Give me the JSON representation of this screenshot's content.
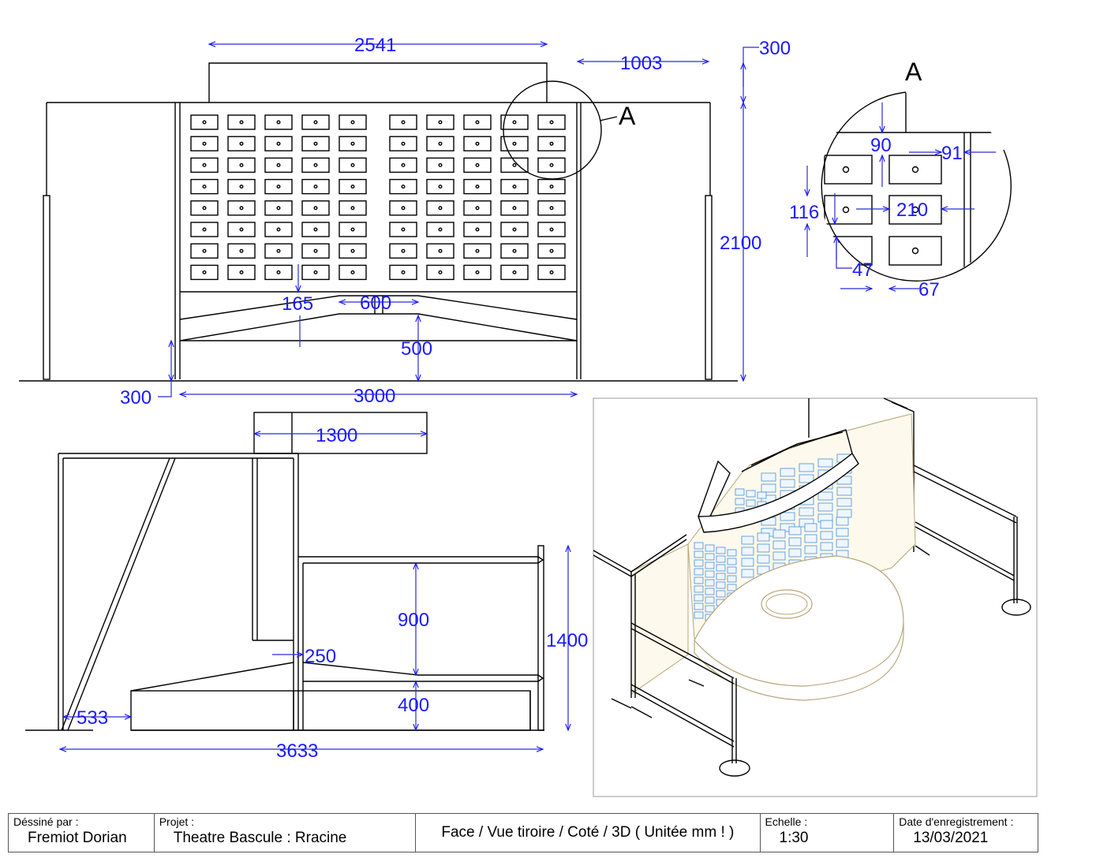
{
  "front_view": {
    "dimensions": {
      "top_width": "2541",
      "extension": "1003",
      "top_clearance": "300",
      "total_height": "2100",
      "drawer_gap": "165",
      "counter_width": "600",
      "counter_height": "500",
      "base_height": "300",
      "base_width": "3000"
    },
    "detail_callout": "A"
  },
  "detail_view": {
    "label": "A",
    "dimensions": {
      "top_offset": "90",
      "side_offset": "91",
      "drawer_height": "116",
      "drawer_width": "210",
      "gap_vertical": "47",
      "gap_horizontal": "67"
    }
  },
  "side_view": {
    "dimensions": {
      "top_depth": "1300",
      "upper_height": "900",
      "ledge": "250",
      "total_height": "1400",
      "lower_height": "400",
      "offset": "533",
      "total_depth": "3633"
    }
  },
  "iso_view": {
    "name": "3D"
  },
  "title_block": {
    "drawn_by_label": "Déssiné par :",
    "drawn_by": "Fremiot Dorian",
    "project_label": "Projet :",
    "project": "Theatre Bascule : Rracine",
    "views": "Face / Vue tiroire / Coté / 3D ( Unitée mm ! )",
    "scale_label": "Echelle :",
    "scale": "1:30",
    "date_label": "Date d'enregistrement :",
    "date": "13/03/2021"
  },
  "colors": {
    "dimension": "#1a1aff",
    "line": "#000000",
    "iso_drawer": "#4a8fd0",
    "iso_outline": "#b8a57a"
  }
}
